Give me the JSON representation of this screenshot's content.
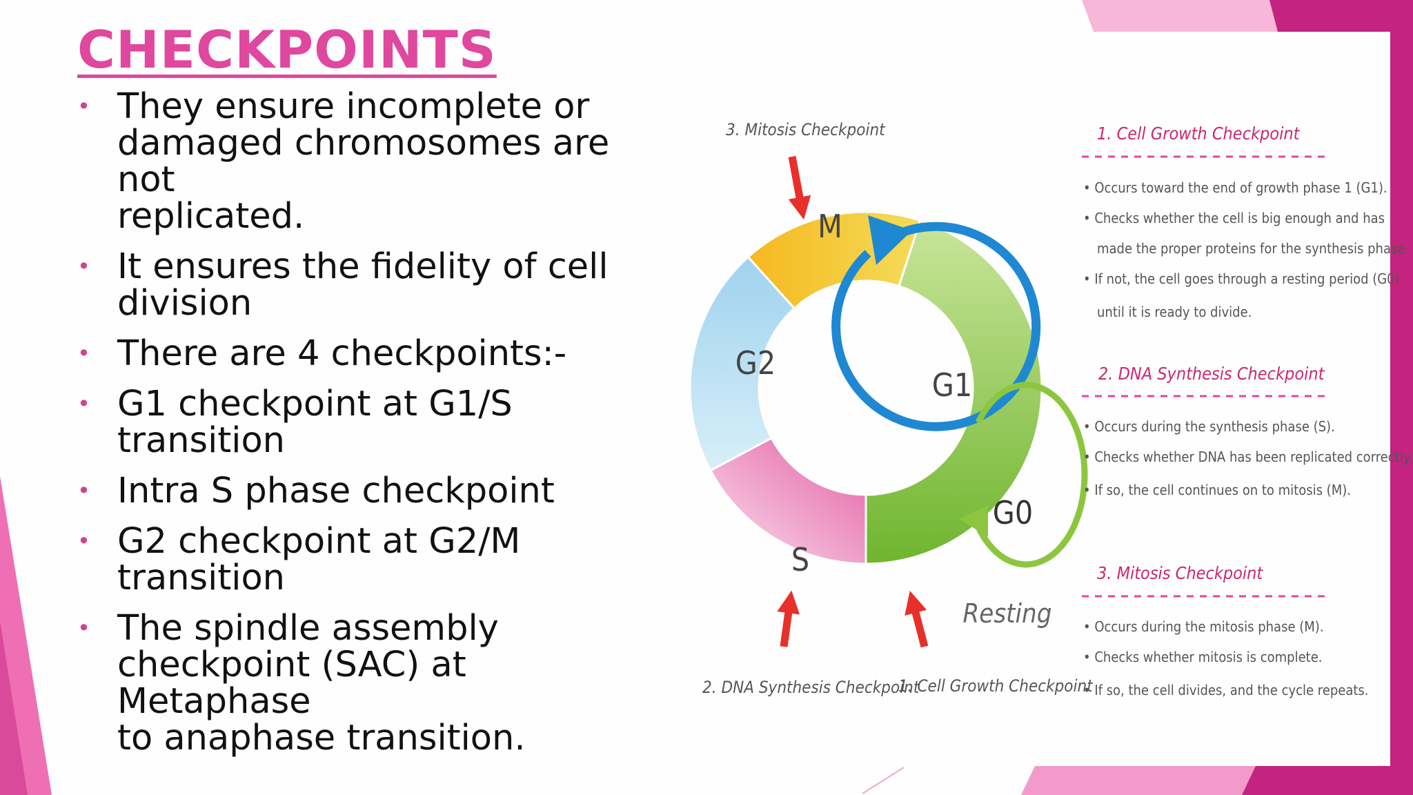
{
  "slide": {
    "title": "CHECKPOINTS",
    "bullets": [
      "They ensure incomplete or damaged chromosomes are not replicated.",
      "It ensures the fidelity of cell division",
      "There are 4 checkpoints:-",
      "G1 checkpoint at G1/S transition",
      "Intra S phase checkpoint",
      "G2 checkpoint at G2/M transition",
      "The spindle assembly checkpoint (SAC) at Metaphase to anaphase transition."
    ],
    "bullet_lines": [
      [
        "They ensure incomplete or",
        "damaged chromosomes are not",
        "replicated."
      ],
      [
        "It ensures the fidelity of cell",
        "division"
      ],
      [
        "There are 4 checkpoints:-"
      ],
      [
        "G1 checkpoint at G1/S",
        "transition"
      ],
      [
        "Intra S phase checkpoint"
      ],
      [
        "G2 checkpoint at G2/M",
        "transition"
      ],
      [
        "The spindle assembly",
        "checkpoint (SAC) at Metaphase",
        "to anaphase transition."
      ]
    ]
  },
  "diagram": {
    "phases": {
      "m": "M",
      "g1": "G1",
      "s": "S",
      "g2": "G2",
      "g0": "G0"
    },
    "resting_label": "Resting",
    "arrow_labels": {
      "mitosis": "3. Mitosis Checkpoint",
      "dna": "2. DNA Synthesis Checkpoint",
      "growth": "1. Cell Growth Checkpoint"
    },
    "panel": {
      "growth": {
        "heading": "1. Cell Growth Checkpoint",
        "lines": [
          "• Occurs toward the end of growth phase 1 (G1).",
          "• Checks whether the cell is big enough and has",
          "made the proper proteins for the synthesis phase.",
          "• If not, the cell goes through a resting period (G0)",
          "until it is ready to divide."
        ]
      },
      "dna": {
        "heading": "2. DNA Synthesis Checkpoint",
        "lines": [
          "• Occurs during the synthesis phase (S).",
          "• Checks whether DNA has been replicated correctly.",
          "• If so, the cell continues on to mitosis (M)."
        ]
      },
      "mitosis": {
        "heading": "3. Mitosis Checkpoint",
        "lines": [
          "• Occurs during the mitosis phase (M).",
          "• Checks whether mitosis is complete.",
          "• If so, the cell divides, and the cycle repeats."
        ]
      }
    }
  },
  "colors": {
    "title": "#e0479e",
    "accent_magenta": "#b8176e",
    "accent_pink": "#ee7dbf",
    "m_phase": "#f1c232",
    "g1_phase": "#8cc63f",
    "s_phase": "#e987b8",
    "g2_phase": "#a9d8ef",
    "cycle_arrow": "#1e88d2",
    "checkpoint_arrow": "#e8302a",
    "g0_arrow": "#8cc63f"
  }
}
